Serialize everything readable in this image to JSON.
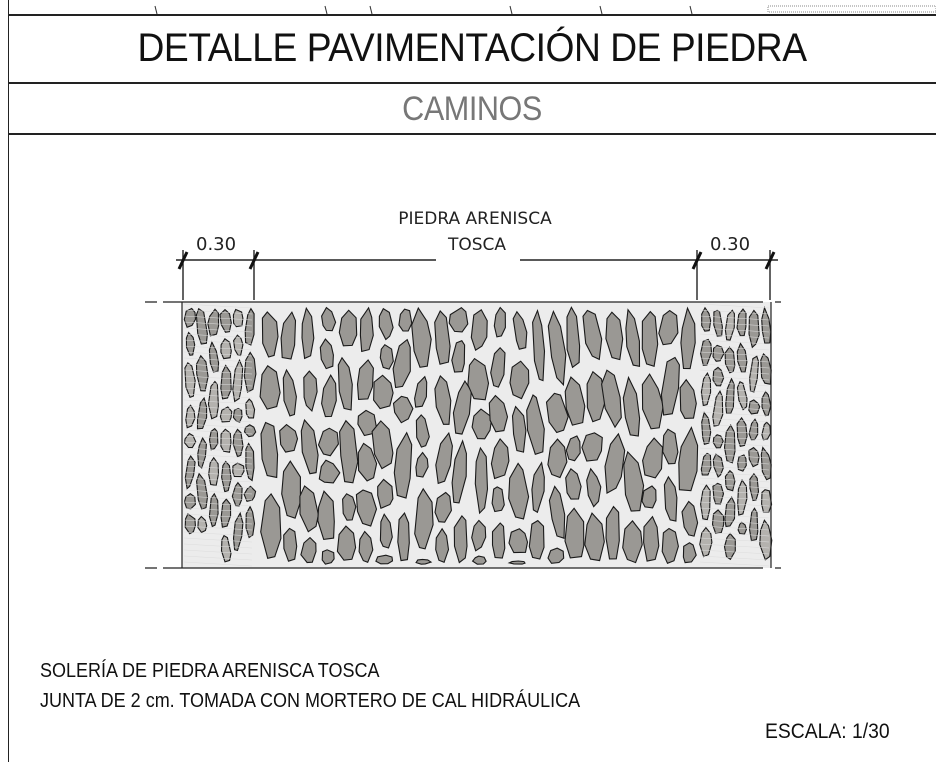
{
  "title": "DETALLE PAVIMENTACIÓN DE PIEDRA",
  "subtitle": "CAMINOS",
  "diagram": {
    "material_label_line1": "PIEDRA  ARENISCA",
    "material_label_line2": "TOSCA",
    "dim_left": "0.30",
    "dim_right": "0.30"
  },
  "notes": {
    "line1": "SOLERÍA DE PIEDRA ARENISCA TOSCA",
    "line2": "JUNTA DE 2 cm. TOMADA CON MORTERO DE CAL HIDRÁULICA"
  },
  "scale_label": "ESCALA: 1/30",
  "colors": {
    "stone_fill": "#9a9894",
    "stone_stroke": "#1a1a1a",
    "mortar": "#ececec",
    "subtitle": "#777777"
  }
}
